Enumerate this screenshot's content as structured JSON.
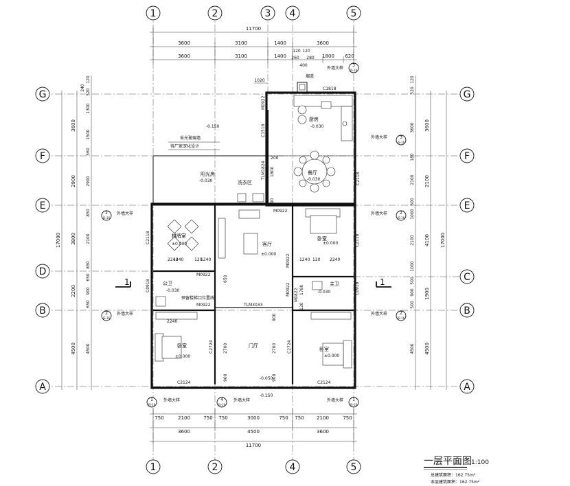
{
  "title": "一层平面图",
  "scale": "1:100",
  "area_lines": [
    "总建筑面积：162.75m²",
    "本层建筑面积：162.75m²"
  ],
  "axes_vertical": [
    "1",
    "2",
    "3",
    "4",
    "5"
  ],
  "axes_vertical_bottom": [
    "1",
    "2",
    "4",
    "5"
  ],
  "axes_horizontal": [
    "G",
    "F",
    "E",
    "D",
    "B",
    "A"
  ],
  "axes_horizontal_right": [
    "G",
    "F",
    "E",
    "C",
    "B",
    "A"
  ],
  "dims": {
    "top_total": "11700",
    "top_row1": [
      "3600",
      "3100",
      "1400",
      "3600"
    ],
    "top_row2": [
      "3600",
      "3100",
      "1400",
      "1800",
      "620"
    ],
    "top_row3": [
      "120",
      "120",
      "260",
      "280",
      "400"
    ],
    "top_1020": "1020",
    "bottom_row1": [
      "750",
      "2100",
      "750",
      "750",
      "3000",
      "750",
      "750",
      "2100",
      "750"
    ],
    "bottom_row2": [
      "3600",
      "4500",
      "3600"
    ],
    "bottom_total": "11700",
    "left_total": "17000",
    "left_outer": [
      "3600",
      "2900",
      "3800",
      "2200",
      "4500"
    ],
    "left_inner": [
      "120",
      "240",
      "520",
      "1300",
      "1500",
      "560",
      "2900",
      "850",
      "2100",
      "850",
      "650",
      "900",
      "650",
      "4500"
    ],
    "right_total": "17000",
    "right_outer": [
      "3600",
      "2100",
      "4100",
      "1900",
      "4500"
    ],
    "right_inner": [
      "120",
      "520",
      "3600",
      "180",
      "2100",
      "600",
      "1000",
      "2100",
      "1000",
      "500",
      "900",
      "500",
      "4500"
    ],
    "interior": [
      "1800",
      "200",
      "900",
      "1240",
      "120",
      "1240",
      "2240",
      "2240",
      "1240",
      "120",
      "2240",
      "900",
      "900",
      "2700",
      "2700",
      "1780",
      "900",
      "650",
      "120"
    ]
  },
  "rooms": {
    "kitchen": "厨房",
    "dining": "餐厅",
    "sunroom": "阳光房",
    "laundry": "洗衣区",
    "mahjong": "棋牌室",
    "living": "客厅",
    "bedroom": "卧室",
    "hall": "门厅",
    "toilet_left": "公卫",
    "toilet_right": "主卫",
    "chimney": "烟道"
  },
  "levels": {
    "kitchen": "-0.030",
    "dining": "-0.030",
    "sunroom": "-0.030",
    "garden": "-0.150",
    "floor": "±0.000",
    "toilet": "-0.030",
    "hall": "-0.050",
    "entry": "-0.150"
  },
  "notes": {
    "skylight": "采光玻璃墙",
    "factory": "待厂家深化设计",
    "stair_note": "预留楼梯口位置线",
    "outer_wall": "外墙大样",
    "sheet_no": "JS-16"
  },
  "openings": {
    "m0922": "M0922",
    "c1818": "C1818",
    "c1518": "C1518",
    "tlm1824": "TLM1824",
    "c2118": "C2118",
    "tlm3033": "TLM3033",
    "c0918": "C0918",
    "c2724": "C2724",
    "c2124": "C2124",
    "m0822": "M0822"
  },
  "detail_refs": [
    "2",
    "3",
    "1",
    "4",
    "1"
  ],
  "section_mark": "1"
}
